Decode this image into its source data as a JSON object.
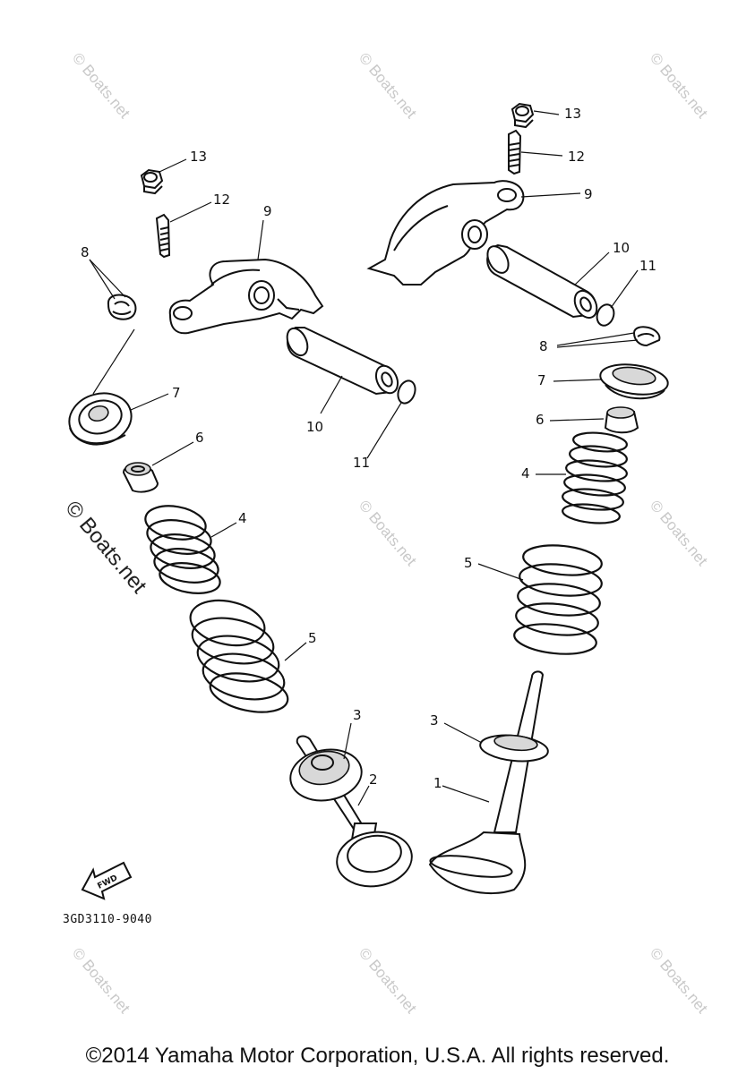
{
  "watermarks": {
    "small": "© Boats.net",
    "large": "© Boats.net"
  },
  "callouts": {
    "n1": "1",
    "n2": "2",
    "n3": "3",
    "n4": "4",
    "n5": "5",
    "n6": "6",
    "n7": "7",
    "n8": "8",
    "n9": "9",
    "n10": "10",
    "n11": "11",
    "n12": "12",
    "n13": "13"
  },
  "fwd_label": "FWD",
  "part_code": "3GD3110-9040",
  "copyright": "©2014 Yamaha Motor Corporation, U.S.A. All rights reserved."
}
